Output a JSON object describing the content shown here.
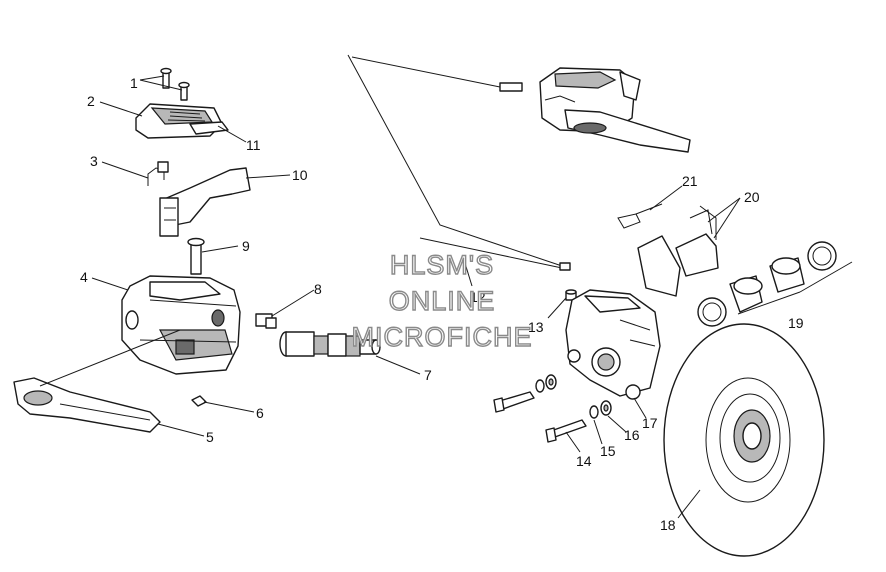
{
  "watermark": {
    "line1": "HLSM'S",
    "line2": "ONLINE",
    "line3": "MICROFICHE"
  },
  "callouts": {
    "c1": "1",
    "c2": "2",
    "c3": "3",
    "c4": "4",
    "c5": "5",
    "c6": "6",
    "c7": "7",
    "c8": "8",
    "c9": "9",
    "c10": "10",
    "c11": "11",
    "c12": "12",
    "c13": "13",
    "c14": "14",
    "c15": "15",
    "c16": "16",
    "c17": "17",
    "c18": "18",
    "c19": "19",
    "c20": "20",
    "c21": "21"
  }
}
